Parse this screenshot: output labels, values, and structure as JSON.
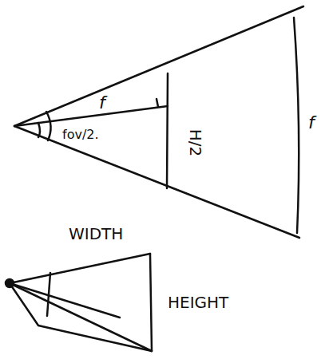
{
  "diagram": {
    "labels": [
      "f",
      "fov/2.",
      "H/2",
      "f",
      "WIDTH",
      "HEIGHT"
    ]
  }
}
